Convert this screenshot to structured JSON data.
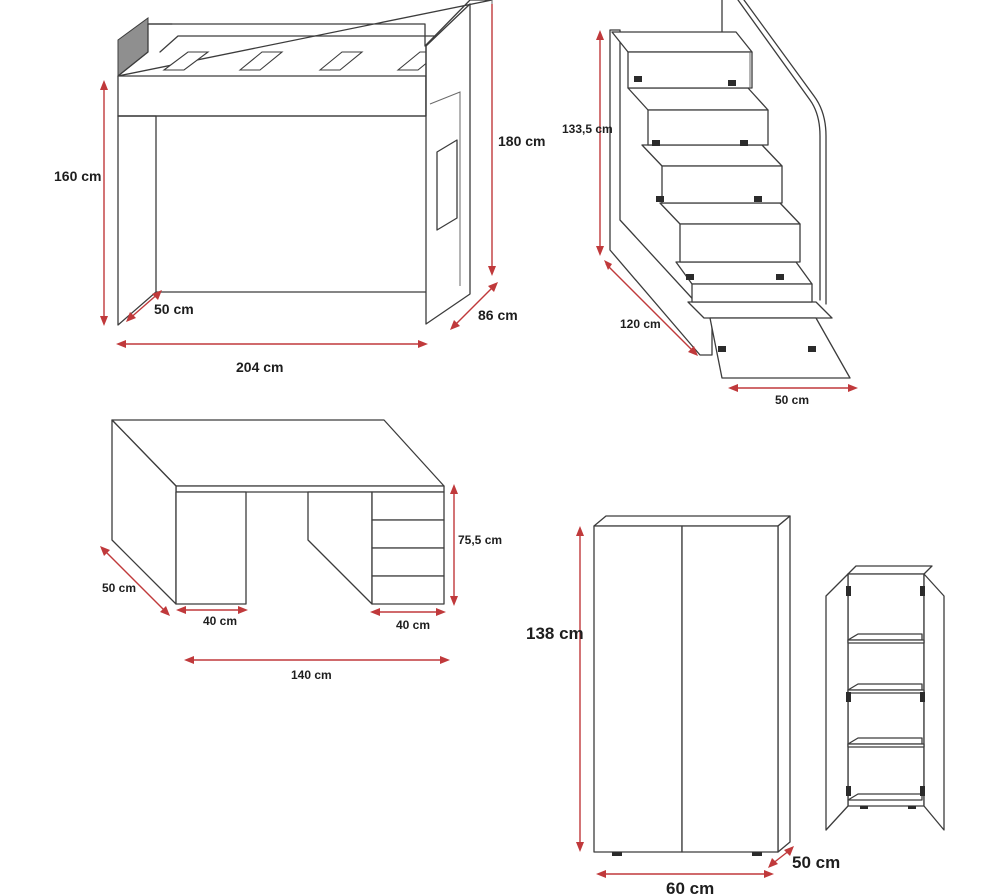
{
  "colors": {
    "line": "#3c3c3c",
    "dimension": "#c0393b",
    "text": "#1e1e1e",
    "background": "#ffffff"
  },
  "bed": {
    "height": "160 cm",
    "total_height": "180 cm",
    "depth": "86 cm",
    "side_depth": "50 cm",
    "length": "204 cm"
  },
  "stairs": {
    "height": "133,5 cm",
    "length": "120 cm",
    "width": "50 cm"
  },
  "desk": {
    "height": "75,5 cm",
    "depth": "50 cm",
    "left_width": "40 cm",
    "right_width": "40 cm",
    "length": "140 cm"
  },
  "wardrobe": {
    "height": "138 cm",
    "depth": "50 cm",
    "width": "60 cm"
  }
}
